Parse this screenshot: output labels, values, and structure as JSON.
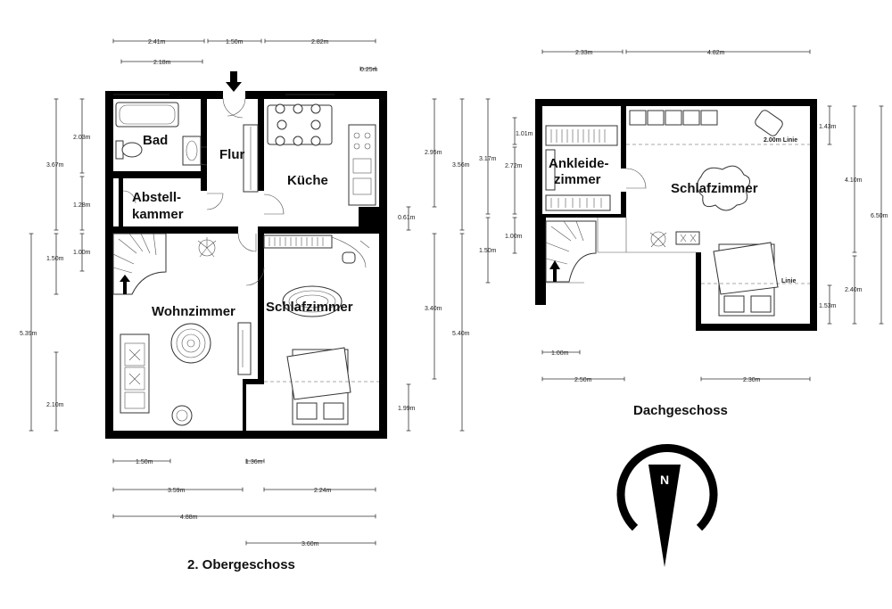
{
  "floor1": {
    "caption": "2. Obergeschoss",
    "rooms": {
      "bad": "Bad",
      "flur": "Flur",
      "kueche": "Küche",
      "abstell_1": "Abstell-",
      "abstell_2": "kammer",
      "wohnzimmer": "Wohnzimmer",
      "schlafzimmer": "Schlafzimmer"
    },
    "dims": {
      "top_241": "2.41m",
      "top_150": "1.50m",
      "top_282": "2.82m",
      "top_218": "2.18m",
      "top_025": "0.25m",
      "left_203": "2.03m",
      "left_367": "3.67m",
      "left_128": "1.28m",
      "left_150": "1.50m",
      "left_100": "1.00m",
      "left_539": "5.39m",
      "left_210": "2.10m",
      "right_295": "2.95m",
      "right_356": "3.56m",
      "right_061": "0.61m",
      "right_340": "3.40m",
      "right_540": "5.40m",
      "right_199": "1.99m",
      "bot_150": "1.50m",
      "bot_136": "1.36m",
      "bot_359": "3.59m",
      "bot_224": "2.24m",
      "bot_488": "4.88m",
      "bot_360": "3.60m"
    }
  },
  "floor2": {
    "caption": "Dachgeschoss",
    "rooms": {
      "ankleide_1": "Ankleide-",
      "ankleide_2": "zimmer",
      "schlafzimmer": "Schlafzimmer"
    },
    "dims": {
      "top_233": "2.33m",
      "top_482": "4.82m",
      "left_101": "1.01m",
      "left_317": "3.17m",
      "left_272": "2.72m",
      "left_100": "1.00m",
      "left_150": "1.50m",
      "right_143": "1.43m",
      "right_410": "4.10m",
      "right_650": "6.50m",
      "right_240": "2.40m",
      "right_153": "1.53m",
      "bot_100": "1.00m",
      "bot_250": "2.50m",
      "bot_230": "2.30m",
      "linie_200": "2.00m Linie",
      "linie": "Linie"
    }
  },
  "compass": {
    "label": "N"
  }
}
